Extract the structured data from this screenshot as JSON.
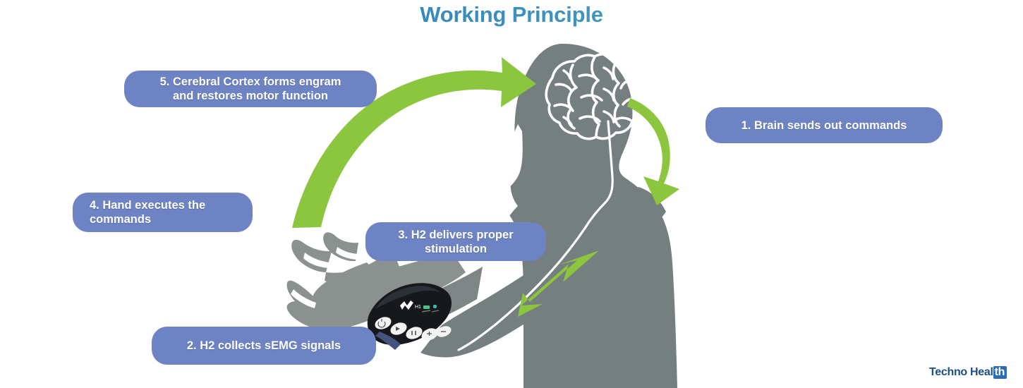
{
  "title": "Working Principle",
  "colors": {
    "title_gradient_start": "#2e7fc1",
    "title_gradient_end": "#4aa3ba",
    "pill_blue": "#6d83c3",
    "arrow_green": "#8cc63f",
    "body_grey": "#767f7f",
    "hand_grey": "#8a918f",
    "nerve_white": "#ffffff",
    "device_black": "#16181c",
    "strap_navy": "#46537f",
    "logo_navy": "#1b4f87",
    "logo_mark_blue": "#2b6cb5",
    "background": "#ffffff"
  },
  "callouts": [
    {
      "id": "5",
      "text": "5. Cerebral Cortex forms engram\nand restores motor function",
      "align": "center"
    },
    {
      "id": "1",
      "text": "1. Brain sends out commands",
      "align": "center"
    },
    {
      "id": "4",
      "text": "4. Hand executes the\ncommands",
      "align": "left"
    },
    {
      "id": "3",
      "text": "3. H2 delivers proper\nstimulation",
      "align": "center"
    },
    {
      "id": "2",
      "text": "2. H2 collects sEMG signals",
      "align": "center"
    }
  ],
  "arrows": [
    {
      "name": "hand-to-brain-arrow",
      "from": "hand",
      "to": "brain",
      "style": "curved",
      "color": "#8cc63f"
    },
    {
      "name": "brain-to-shoulder-arrow",
      "from": "brain",
      "to": "shoulder",
      "style": "curved",
      "color": "#8cc63f"
    },
    {
      "name": "shoulder-to-forearm-arrow",
      "from": "shoulder",
      "to": "forearm",
      "style": "straight",
      "color": "#8cc63f"
    }
  ],
  "figure": {
    "silhouette": "human-upper-body-profile",
    "brain": "brain-outline",
    "nerve_path": "brain-to-device-nerve-line",
    "device": "h2-forearm-stimulator"
  },
  "logo": {
    "text_main": "Techno Heal",
    "text_mark": "th"
  }
}
